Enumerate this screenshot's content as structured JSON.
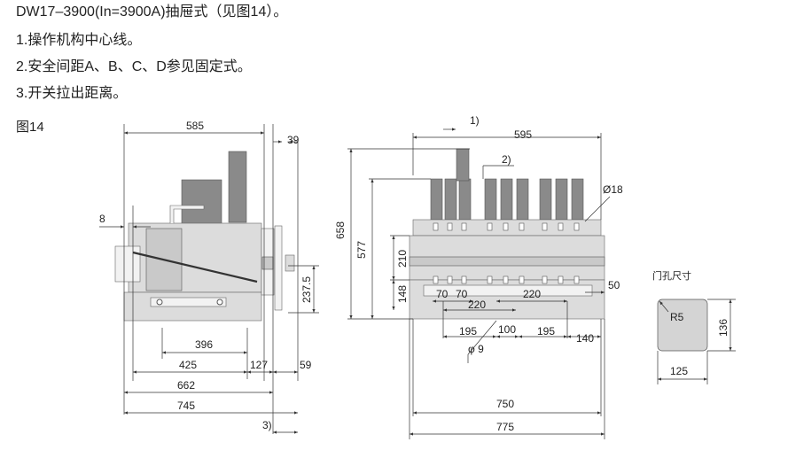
{
  "header": {
    "line1": "DW17–3900(In=3900A)抽屉式（见图14）。",
    "line2": "1.操作机构中心线。",
    "line3": "2.安全间距A、B、C、D参见固定式。",
    "line4": "3.开关拉出距离。"
  },
  "figure_label": "图14",
  "side_view": {
    "d585": "585",
    "d39": "39",
    "d8": "8",
    "d237_5": "237.5",
    "d396": "396",
    "d425": "425",
    "d127": "127",
    "d59": "59",
    "d662": "662",
    "d745": "745",
    "note3": "3)"
  },
  "front_view": {
    "note1": "1)",
    "d595": "595",
    "note2": "2)",
    "d18": "Ø18",
    "d658": "658",
    "d577": "577",
    "d210": "210",
    "d148": "148",
    "d70a": "70",
    "d70b": "70",
    "d220a": "220",
    "d220b": "220",
    "d50": "50",
    "d195a": "195",
    "d100": "100",
    "d195b": "195",
    "d140": "140",
    "dphi9": "φ 9",
    "d750": "750",
    "d775": "775"
  },
  "cutout": {
    "title": "门孔尺寸",
    "r5": "R5",
    "d136": "136",
    "d125": "125"
  }
}
